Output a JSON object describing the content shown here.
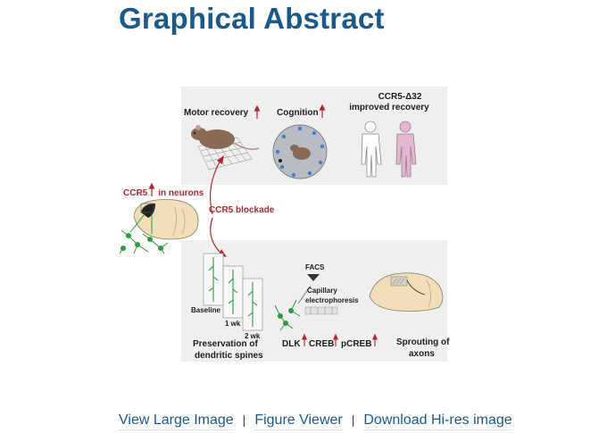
{
  "heading": {
    "title": "Graphical Abstract"
  },
  "abstract": {
    "top": {
      "motor_recovery": "Motor recovery",
      "cognition": "Cognition",
      "ccr5_delta32_line1": "CCR5-Δ32",
      "ccr5_delta32_line2": "improved recovery"
    },
    "middle": {
      "ccr5_neurons_prefix": "CCR5",
      "ccr5_neurons_suffix": "in neurons",
      "blockade": "CCR5 blockade"
    },
    "bottom": {
      "baseline": "Baseline",
      "wk1": "1 wk",
      "wk2": "2 wk",
      "facs": "FACS",
      "capillary_line1": "Capillary",
      "capillary_line2": "electrophoresis",
      "preservation_line1": "Preservation of",
      "preservation_line2": "dendritic spines",
      "dlk": "DLK",
      "creb": "CREB",
      "pcreb": "pCREB",
      "sprouting_line1": "Sprouting of",
      "sprouting_line2": "axons"
    }
  },
  "links": {
    "view_large": "View Large Image",
    "separator": "|",
    "figure_viewer": "Figure Viewer",
    "download": "Download Hi-res image"
  },
  "colors": {
    "title": "#1a5a8a",
    "link": "#1a5a8a",
    "accent_red": "#b3262e",
    "panel_bg": "#efefef",
    "neuron_green": "#2e9a3e"
  }
}
